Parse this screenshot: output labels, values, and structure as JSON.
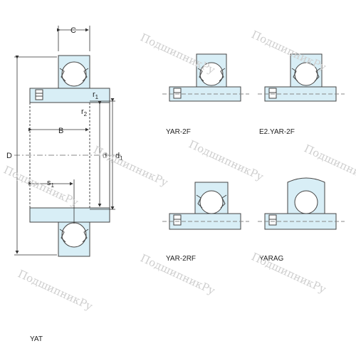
{
  "dimensions": {
    "c": "C",
    "r1": "r",
    "r1_sub": "1",
    "r2": "r",
    "r2_sub": "2",
    "b": "B",
    "d_outer": "D",
    "d_bore": "d",
    "d1": "d",
    "d1_sub": "1",
    "s1": "s",
    "s1_sub": "1"
  },
  "variants": [
    {
      "label": "YAR-2F"
    },
    {
      "label": "E2.YAR-2F"
    },
    {
      "label": "YAR-2RF"
    },
    {
      "label": "YARAG"
    }
  ],
  "main_label": "YAT",
  "watermark": "ПодшипникРу",
  "colors": {
    "fill": "#d8eef6",
    "line": "#444444",
    "watermark": "#cfcfcf"
  }
}
